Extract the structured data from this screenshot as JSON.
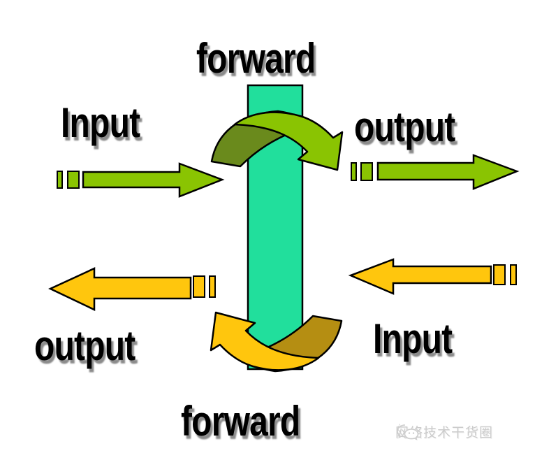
{
  "diagram": {
    "labels": {
      "forward_top": "forward",
      "input_top_left": "Input",
      "output_top_right": "output",
      "output_bottom_left": "output",
      "input_bottom_right": "Input",
      "forward_bottom": "forward"
    },
    "watermark": {
      "text": "网络技术干货圈",
      "icon": "wechat-bubbles-icon"
    },
    "colors": {
      "bar": "#21DF9C",
      "green": "#8AC402",
      "green_dark": "#6A8A1C",
      "yellow": "#FFC60D",
      "gold_dark": "#B58E12",
      "outline": "#000000",
      "watermark": "#cccccc"
    }
  }
}
